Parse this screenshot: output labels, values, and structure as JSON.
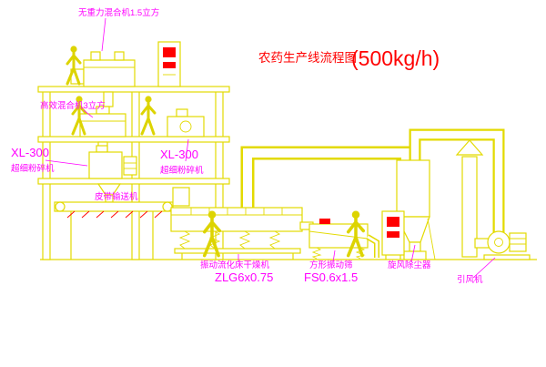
{
  "title": {
    "name": "农药生产线流程图",
    "capacity": "(500kg/h)"
  },
  "labels": {
    "top_mixer": "无重力混合机1.5立方",
    "mixer2": "高效混合机3立方",
    "mill_left_model": "XL-300",
    "mill_left_name": "超细粉碎机",
    "mill_center_model": "XL-300",
    "mill_center_name": "超细粉碎机",
    "conveyor": "皮带输送机",
    "dryer": "振动流化床干燥机",
    "dryer_model": "ZLG6x0.75",
    "screen": "方形振动筛",
    "screen_model": "FS0.6x1.5",
    "cyclone": "旋风除尘器",
    "fan": "引风机"
  },
  "colors": {
    "line": "#e3da00",
    "label": "#ff00ff",
    "title": "#ff0000",
    "indicator": "#ff0000",
    "background": "#ffffff"
  }
}
